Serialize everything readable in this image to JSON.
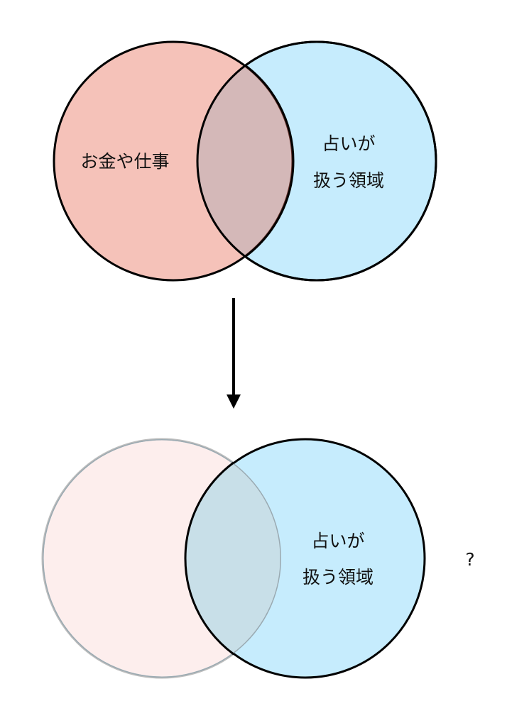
{
  "top": {
    "left_label": "お金や仕事",
    "right_label_line1": "占いが",
    "right_label_line2": "扱う領域"
  },
  "bottom": {
    "right_label_line1": "占いが",
    "right_label_line2": "扱う領域",
    "question": "?"
  },
  "colors": {
    "pink": "#f5c2b9",
    "pink_faded": "#fdeeed",
    "blue": "#c6ecfd",
    "overlap_top": "#d4b8b8",
    "overlap_bottom": "#c8dfe8"
  }
}
